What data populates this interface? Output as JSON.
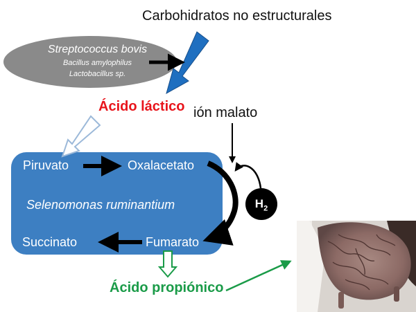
{
  "title": "Carbohidratos no estructurales",
  "organisms": {
    "primary": "Streptococcus bovis",
    "secondary": "Bacillus amylophilus",
    "tertiary": "Lactobacillus sp."
  },
  "lactic_acid": "Ácido láctico",
  "malate_ion": "ión malato",
  "pathway": {
    "pyruvate": "Piruvato",
    "oxaloacetate": "Oxalacetato",
    "organism": "Selenomonas ruminantium",
    "succinate": "Succinato",
    "fumarate": "Fumarato"
  },
  "hydrogen": {
    "symbol": "H",
    "subscript": "2"
  },
  "propionic_acid": "Ácido propiónico",
  "colors": {
    "lactic_text": "#e8141b",
    "propionic_text": "#1a9b48",
    "box_blue": "#3d7fc2",
    "carbohydrate_arrow": "#1f6fc0",
    "organism_ellipse": "#8a8a8a"
  }
}
